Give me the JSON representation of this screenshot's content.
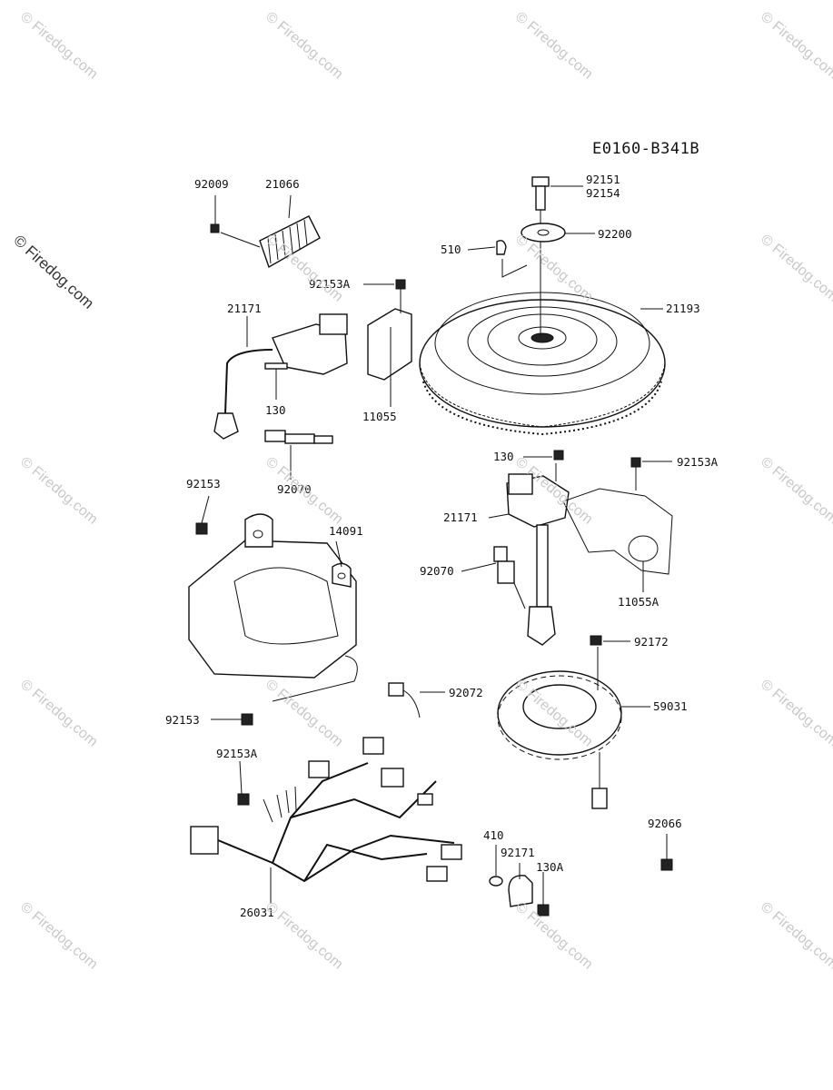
{
  "diagram_code": "E0160-B341B",
  "watermark": "© Firedog.com",
  "side_watermark": "© Firedog.com",
  "callouts": [
    {
      "id": "92009",
      "text": "92009"
    },
    {
      "id": "21066",
      "text": "21066"
    },
    {
      "id": "92151",
      "text": "92151"
    },
    {
      "id": "92154",
      "text": "92154"
    },
    {
      "id": "92200",
      "text": "92200"
    },
    {
      "id": "510",
      "text": "510"
    },
    {
      "id": "92153A-top",
      "text": "92153A"
    },
    {
      "id": "21171-left",
      "text": "21171"
    },
    {
      "id": "21193",
      "text": "21193"
    },
    {
      "id": "130-left",
      "text": "130"
    },
    {
      "id": "11055",
      "text": "11055"
    },
    {
      "id": "92070-left",
      "text": "92070"
    },
    {
      "id": "130-right",
      "text": "130"
    },
    {
      "id": "92153A-right",
      "text": "92153A"
    },
    {
      "id": "92153-top",
      "text": "92153"
    },
    {
      "id": "21171-right",
      "text": "21171"
    },
    {
      "id": "14091",
      "text": "14091"
    },
    {
      "id": "92070-right",
      "text": "92070"
    },
    {
      "id": "11055A",
      "text": "11055A"
    },
    {
      "id": "92172",
      "text": "92172"
    },
    {
      "id": "92072",
      "text": "92072"
    },
    {
      "id": "59031",
      "text": "59031"
    },
    {
      "id": "92153-bottom",
      "text": "92153"
    },
    {
      "id": "92153A-bottom",
      "text": "92153A"
    },
    {
      "id": "92066",
      "text": "92066"
    },
    {
      "id": "410",
      "text": "410"
    },
    {
      "id": "92171",
      "text": "92171"
    },
    {
      "id": "130A",
      "text": "130A"
    },
    {
      "id": "26031",
      "text": "26031"
    }
  ]
}
